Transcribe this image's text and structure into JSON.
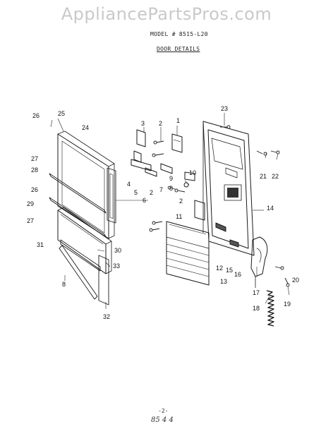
{
  "watermark": "AppliancePartsPros.com",
  "header": {
    "model": "MODEL # 8515-L20",
    "section": "DOOR DETAILS"
  },
  "footer": {
    "page_number": "-2-",
    "handwritten": "85 4 4"
  },
  "part_labels": [
    {
      "num": "1"
    },
    {
      "num": "2"
    },
    {
      "num": "3"
    },
    {
      "num": "4"
    },
    {
      "num": "5"
    },
    {
      "num": "2"
    },
    {
      "num": "7"
    },
    {
      "num": "9"
    },
    {
      "num": "10"
    },
    {
      "num": "8"
    },
    {
      "num": "2"
    },
    {
      "num": "6"
    },
    {
      "num": "23"
    },
    {
      "num": "21"
    },
    {
      "num": "22"
    },
    {
      "num": "14"
    },
    {
      "num": "11"
    },
    {
      "num": "12"
    },
    {
      "num": "13"
    },
    {
      "num": "15"
    },
    {
      "num": "16"
    },
    {
      "num": "17"
    },
    {
      "num": "20"
    },
    {
      "num": "19"
    },
    {
      "num": "18"
    },
    {
      "num": "26"
    },
    {
      "num": "25"
    },
    {
      "num": "24"
    },
    {
      "num": "27"
    },
    {
      "num": "28"
    },
    {
      "num": "26"
    },
    {
      "num": "29"
    },
    {
      "num": "27"
    },
    {
      "num": "31"
    },
    {
      "num": "30"
    },
    {
      "num": "33"
    },
    {
      "num": "8"
    },
    {
      "num": "32"
    }
  ]
}
